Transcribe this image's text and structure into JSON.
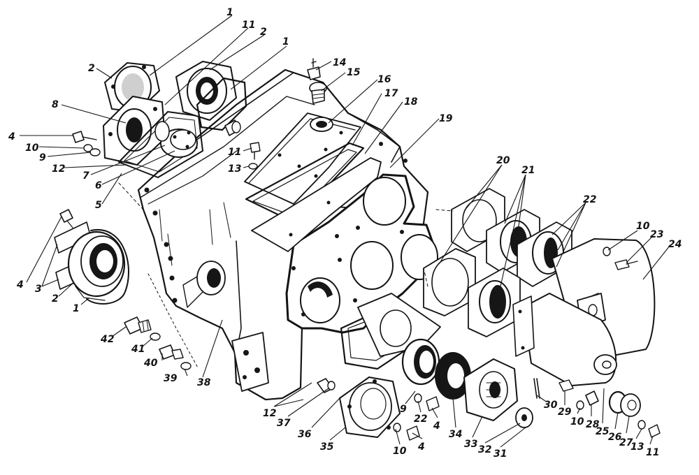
{
  "figure": {
    "callouts": [
      {
        "id": "c1",
        "text": "1"
      },
      {
        "id": "c2",
        "text": "11"
      },
      {
        "id": "c3",
        "text": "2"
      },
      {
        "id": "c4",
        "text": "1"
      },
      {
        "id": "c5",
        "text": "2"
      },
      {
        "id": "c6",
        "text": "8"
      },
      {
        "id": "c7",
        "text": "4"
      },
      {
        "id": "c8",
        "text": "10"
      },
      {
        "id": "c9",
        "text": "9"
      },
      {
        "id": "c10",
        "text": "12"
      },
      {
        "id": "c11",
        "text": "7"
      },
      {
        "id": "c12",
        "text": "6"
      },
      {
        "id": "c13",
        "text": "5"
      },
      {
        "id": "c14",
        "text": "14"
      },
      {
        "id": "c15",
        "text": "15"
      },
      {
        "id": "c16",
        "text": "16"
      },
      {
        "id": "c17",
        "text": "17"
      },
      {
        "id": "c18",
        "text": "18"
      },
      {
        "id": "c19",
        "text": "19"
      },
      {
        "id": "c20",
        "text": "11"
      },
      {
        "id": "c21",
        "text": "13"
      },
      {
        "id": "c22",
        "text": "20"
      },
      {
        "id": "c23",
        "text": "21"
      },
      {
        "id": "c24",
        "text": "22"
      },
      {
        "id": "c25",
        "text": "10"
      },
      {
        "id": "c26",
        "text": "23"
      },
      {
        "id": "c27",
        "text": "24"
      },
      {
        "id": "c28",
        "text": "4"
      },
      {
        "id": "c29",
        "text": "3"
      },
      {
        "id": "c30",
        "text": "2"
      },
      {
        "id": "c31",
        "text": "1"
      },
      {
        "id": "c32",
        "text": "42"
      },
      {
        "id": "c33",
        "text": "41"
      },
      {
        "id": "c34",
        "text": "40"
      },
      {
        "id": "c35",
        "text": "39"
      },
      {
        "id": "c36",
        "text": "38"
      },
      {
        "id": "c37",
        "text": "12"
      },
      {
        "id": "c38",
        "text": "37"
      },
      {
        "id": "c39",
        "text": "36"
      },
      {
        "id": "c40",
        "text": "35"
      },
      {
        "id": "c41",
        "text": "10"
      },
      {
        "id": "c42",
        "text": "4"
      },
      {
        "id": "c43",
        "text": "9"
      },
      {
        "id": "c44",
        "text": "22"
      },
      {
        "id": "c45",
        "text": "4"
      },
      {
        "id": "c46",
        "text": "34"
      },
      {
        "id": "c47",
        "text": "33"
      },
      {
        "id": "c48",
        "text": "32"
      },
      {
        "id": "c49",
        "text": "31"
      },
      {
        "id": "c50",
        "text": "30"
      },
      {
        "id": "c51",
        "text": "29"
      },
      {
        "id": "c52",
        "text": "10"
      },
      {
        "id": "c53",
        "text": "28"
      },
      {
        "id": "c54",
        "text": "25"
      },
      {
        "id": "c55",
        "text": "26"
      },
      {
        "id": "c56",
        "text": "27"
      },
      {
        "id": "c57",
        "text": "13"
      },
      {
        "id": "c58",
        "text": "11"
      }
    ]
  }
}
